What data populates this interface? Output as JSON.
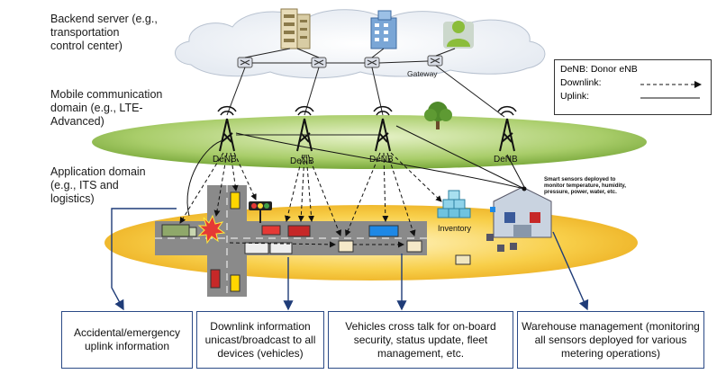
{
  "domains": {
    "backend": "Backend server (e.g.,\ntransportation\ncontrol center)",
    "mobile": "Mobile communication\ndomain (e.g., LTE-\nAdvanced)",
    "application": "Application domain\n(e.g., ITS and\nlogistics)"
  },
  "gateway_label": "Gateway",
  "denb_label": "DeNB",
  "inventory_label": "Inventory",
  "smart_sensors_label": "Smart sensors deployed to monitor temperature, humidity, pressure, power, water, etc.",
  "legend": {
    "denb": "DeNB: Donor eNB",
    "downlink": "Downlink:",
    "uplink": "Uplink:"
  },
  "boxes": [
    "Accidental/emergency uplink information",
    "Downlink information unicast/broadcast to all devices (vehicles)",
    "Vehicles cross talk for on-board security, status update, fleet management, etc.",
    "Warehouse management (monitoring all sensors deployed for various metering operations)"
  ],
  "colors": {
    "arrow": "#1f3c78",
    "mobile_ellipse": "#8fbf4a",
    "application_ellipse": "#f2b81a",
    "road": "#8a8a8a"
  }
}
